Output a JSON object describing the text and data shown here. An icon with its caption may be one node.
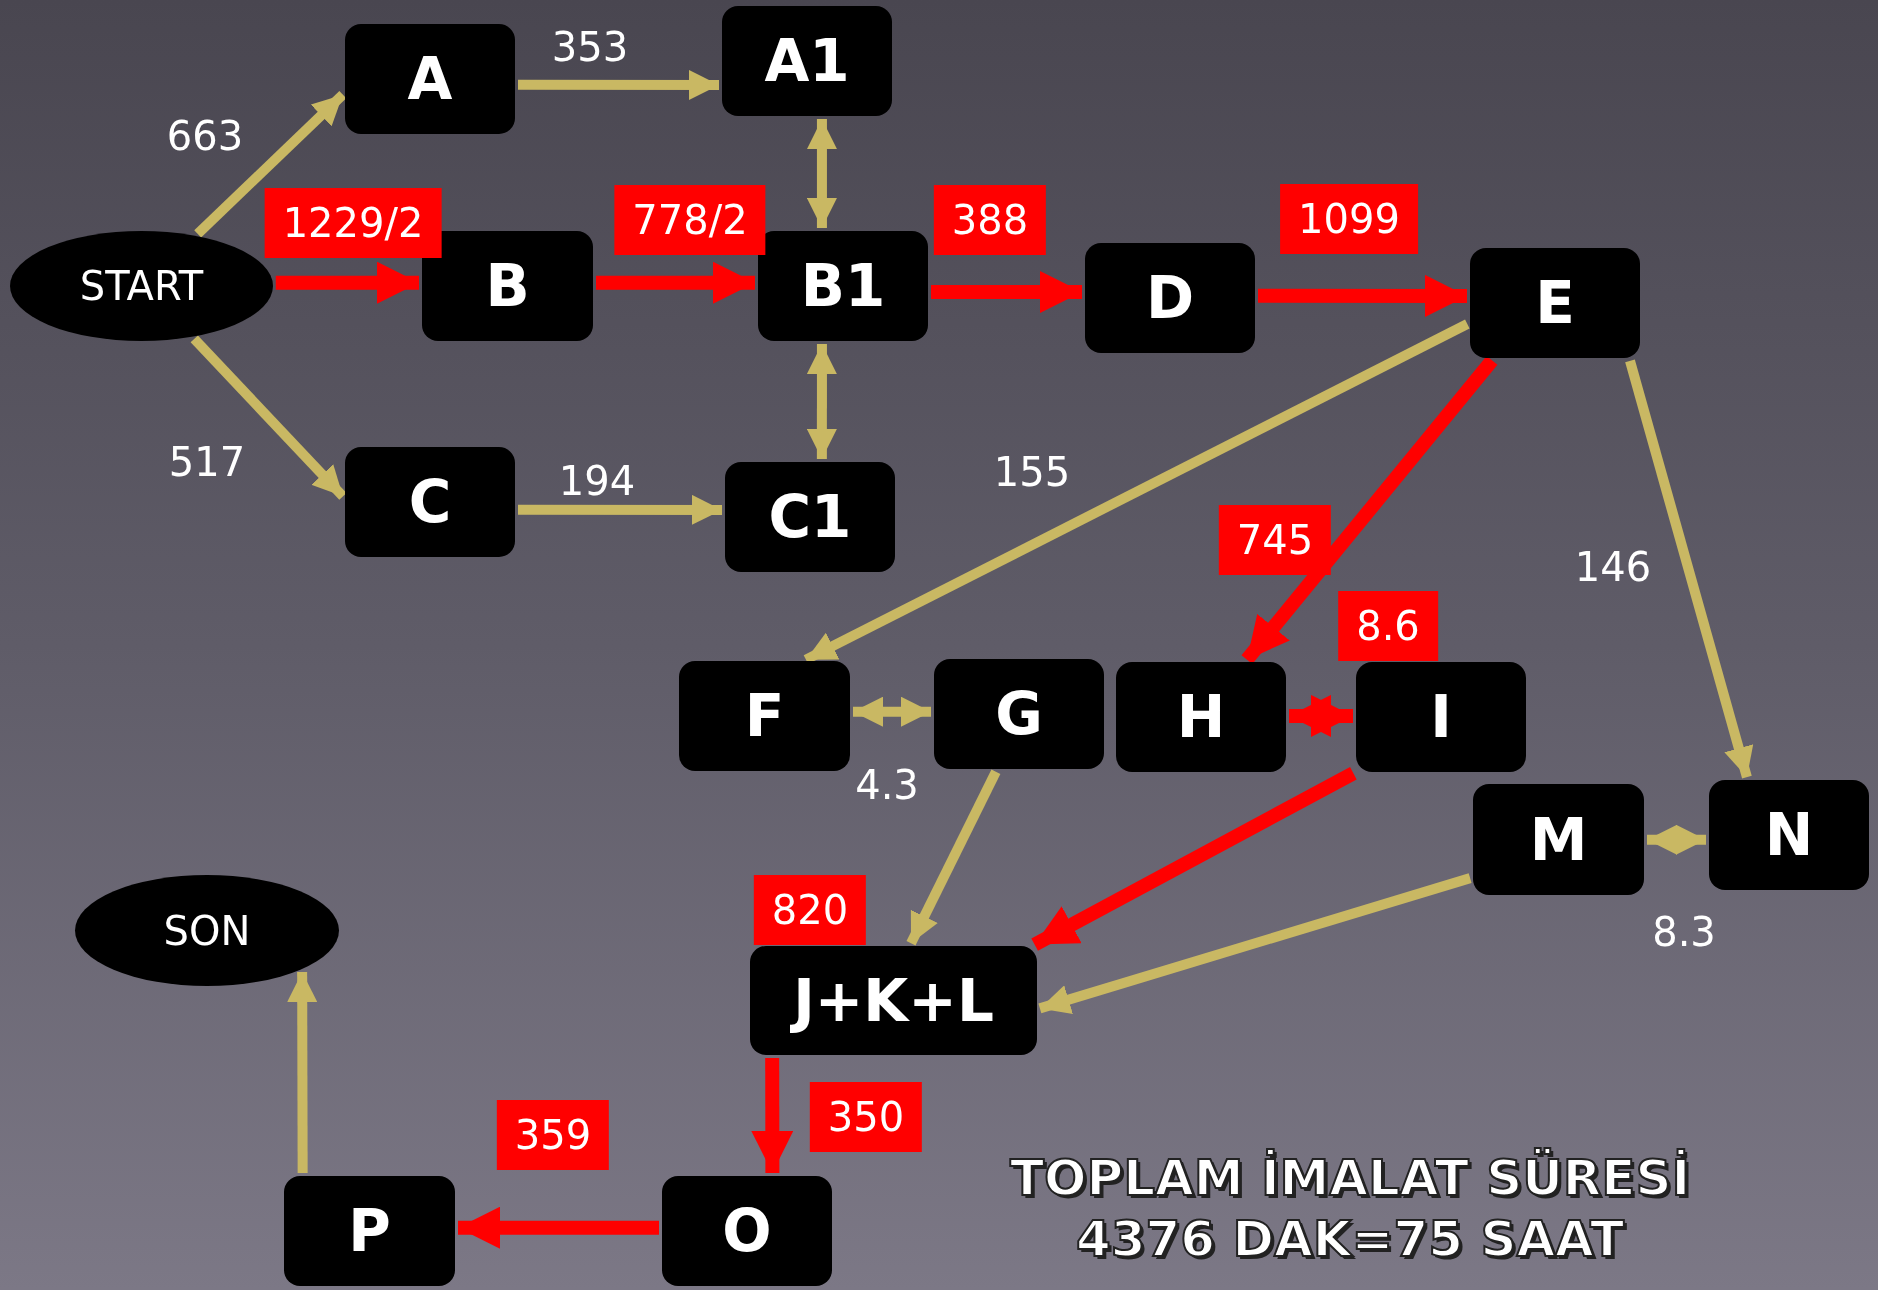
{
  "diagram": {
    "caption": "TOPLAM İMALAT SÜRESİ 4376 DAK=75 SAAT",
    "nodes": [
      {
        "text": [
          "START"
        ]
      },
      {
        "text": [
          "A"
        ]
      },
      {
        "text": [
          "A1"
        ]
      },
      {
        "text": [
          "B"
        ]
      },
      {
        "text": [
          "B1"
        ]
      },
      {
        "text": [
          "C"
        ]
      },
      {
        "text": [
          "C1"
        ]
      },
      {
        "text": [
          "D"
        ]
      },
      {
        "text": [
          "E"
        ]
      },
      {
        "text": [
          "F"
        ]
      },
      {
        "text": [
          "G"
        ]
      },
      {
        "text": [
          "H"
        ]
      },
      {
        "text": [
          "I"
        ]
      },
      {
        "text": [
          "M"
        ]
      },
      {
        "text": [
          "N"
        ]
      },
      {
        "text": [
          "J+K+L"
        ]
      },
      {
        "text": [
          "SON"
        ]
      },
      {
        "text": [
          "O"
        ]
      },
      {
        "text": [
          "P"
        ]
      }
    ],
    "edges": [
      {
        "from": 0,
        "to": 1,
        "arrow": "to",
        "label": "663"
      },
      {
        "from": 1,
        "to": 2,
        "arrow": "to",
        "label": "353"
      },
      {
        "from": 0,
        "to": 3,
        "arrow": "to",
        "label": "1229/2",
        "color": "#ff0000"
      },
      {
        "from": 3,
        "to": 4,
        "arrow": "to",
        "label": "778/2",
        "color": "#ff0000"
      },
      {
        "from": 2,
        "to": 4,
        "arrow": "both"
      },
      {
        "from": 4,
        "to": 6,
        "arrow": "both"
      },
      {
        "from": 0,
        "to": 5,
        "arrow": "to",
        "label": "517"
      },
      {
        "from": 5,
        "to": 6,
        "arrow": "to",
        "label": "194"
      },
      {
        "from": 4,
        "to": 7,
        "arrow": "to",
        "label": "388",
        "color": "#ff0000"
      },
      {
        "from": 7,
        "to": 8,
        "arrow": "to",
        "label": "1099",
        "color": "#ff0000"
      },
      {
        "from": 8,
        "to": 9,
        "arrow": "to",
        "label": "155"
      },
      {
        "from": 8,
        "to": 11,
        "arrow": "to",
        "label": "745",
        "color": "#ff0000"
      },
      {
        "from": 8,
        "to": 14,
        "arrow": "to",
        "label": "146"
      },
      {
        "from": 9,
        "to": 10,
        "arrow": "both",
        "label": "4.3"
      },
      {
        "from": 11,
        "to": 12,
        "arrow": "both",
        "label": "8.6",
        "color": "#ff0000"
      },
      {
        "from": 10,
        "to": 15,
        "arrow": "to"
      },
      {
        "from": 12,
        "to": 15,
        "arrow": "to",
        "label": "820",
        "color": "#ff0000"
      },
      {
        "from": 13,
        "to": 14,
        "arrow": "both",
        "label": "8.3"
      },
      {
        "from": 13,
        "to": 15,
        "arrow": "to"
      },
      {
        "from": 15,
        "to": 17,
        "arrow": "to",
        "label": "350",
        "color": "#ff0000"
      },
      {
        "from": 17,
        "to": 18,
        "arrow": "to",
        "label": "359",
        "color": "#ff0000"
      },
      {
        "from": 18,
        "to": 16,
        "arrow": "to"
      }
    ]
  }
}
